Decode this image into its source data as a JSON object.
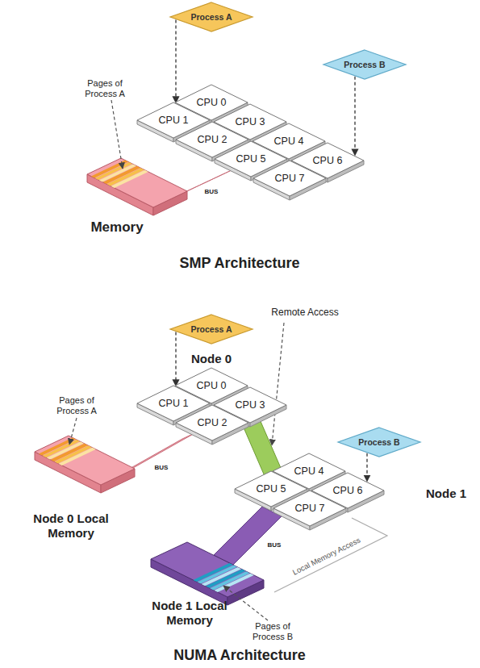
{
  "diagram": {
    "nodes": [
      {
        "text": [
          "Process A"
        ]
      },
      {
        "text": [
          "Process B"
        ]
      },
      {
        "text": [
          "CPU 0"
        ]
      },
      {
        "text": [
          "CPU 1"
        ]
      },
      {
        "text": [
          "CPU 3"
        ]
      },
      {
        "text": [
          "CPU 2"
        ]
      },
      {
        "text": [
          "CPU 4"
        ]
      },
      {
        "text": [
          "CPU 5"
        ]
      },
      {
        "text": [
          "CPU 6"
        ]
      },
      {
        "text": [
          "CPU 7"
        ]
      },
      {
        "text": [
          "Memory"
        ]
      },
      {
        "text": [
          "Process A"
        ]
      },
      {
        "text": [
          "Process B"
        ]
      },
      {
        "text": [
          "CPU 0"
        ]
      },
      {
        "text": [
          "CPU 1"
        ]
      },
      {
        "text": [
          "CPU 3"
        ]
      },
      {
        "text": [
          "CPU 2"
        ]
      },
      {
        "text": [
          "CPU 4"
        ]
      },
      {
        "text": [
          "CPU 5"
        ]
      },
      {
        "text": [
          "CPU 6"
        ]
      },
      {
        "text": [
          "CPU 7"
        ]
      },
      {
        "text": [
          "Node 0 Local Memory"
        ]
      },
      {
        "text": [
          "Node 1 Local Memory"
        ]
      }
    ],
    "edges": [
      {
        "from": 0,
        "to": 3,
        "arrow": "to"
      },
      {
        "from": 1,
        "to": 8,
        "arrow": "to"
      },
      {
        "from": 11,
        "to": 14,
        "arrow": "to"
      },
      {
        "from": 12,
        "to": 19,
        "arrow": "to"
      }
    ],
    "labels": [
      "Pages of Process A",
      "BUS",
      "SMP Architecture",
      "Remote Access",
      "Node 0",
      "Pages of Process A",
      "BUS",
      "Node 1",
      "BUS",
      "Local Memory Access",
      "Pages of Process B",
      "NUMA Architecture"
    ]
  }
}
